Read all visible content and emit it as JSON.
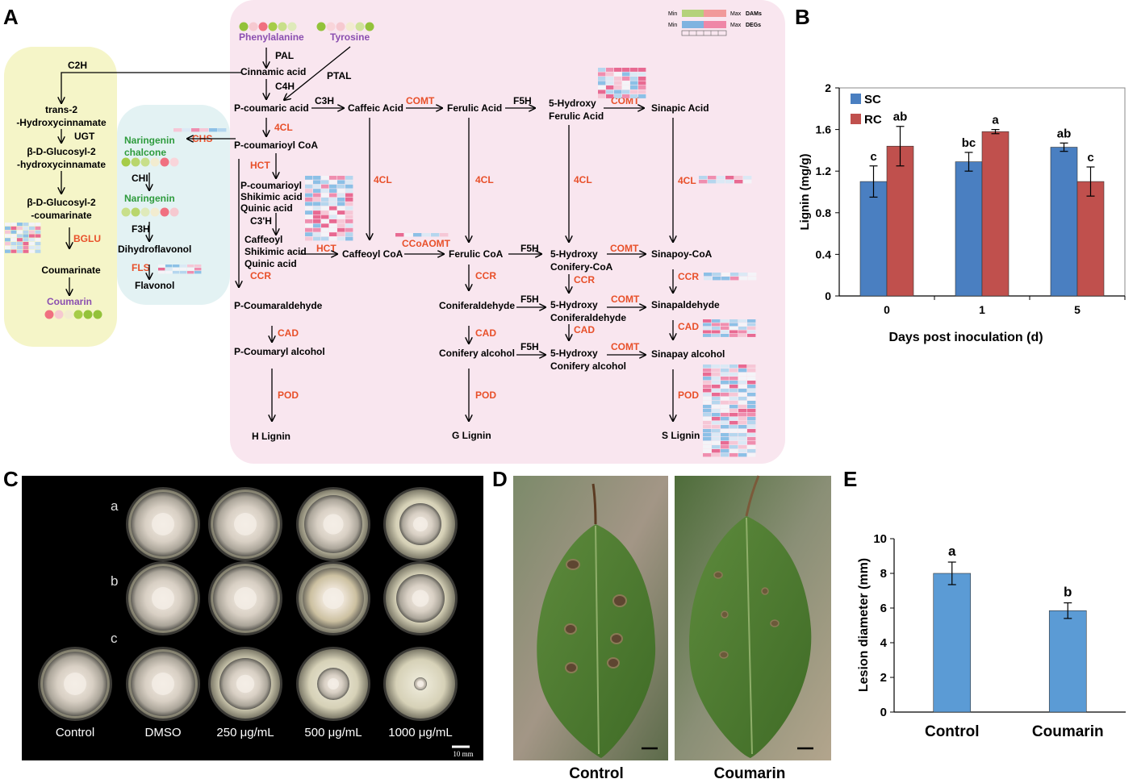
{
  "panels": {
    "A": "A",
    "B": "B",
    "C": "C",
    "D": "D",
    "E": "E"
  },
  "colors": {
    "enzyme": "#e8502a",
    "metabolite_purple": "#8b4fb0",
    "metabolite_green": "#2e9b3d",
    "bar_blue": "#4a7fc1",
    "bar_red": "#c0504d",
    "bar_lightblue": "#5b9bd5",
    "bg_yellow": "#f5f5c8",
    "bg_cyan": "#e3f2f3",
    "bg_pink": "#f9e6ef"
  },
  "pathway": {
    "legend": {
      "min1": "Min",
      "max1": "Max",
      "dams": "DAMs",
      "min2": "Min",
      "max2": "Max",
      "degs": "DEGs"
    },
    "yellow": {
      "c2h": "C2H",
      "trans2a": "trans-2",
      "trans2b": "-Hydroxycinnamate",
      "ugt": "UGT",
      "bdg1a": "β-D-Glucosyl-2",
      "bdg1b": "-hydroxycinnamate",
      "bdg2a": "β-D-Glucosyl-2",
      "bdg2b": "-coumarinate",
      "bglu": "BGLU",
      "coumarinate": "Coumarinate",
      "coumarin": "Coumarin"
    },
    "cyan": {
      "chs": "CHS",
      "naring_chal_a": "Naringenin",
      "naring_chal_b": "chalcone",
      "chi": "CHI",
      "naringenin": "Naringenin",
      "f3h": "F3H",
      "dihydroflavonol": "Dihydroflavonol",
      "fls": "FLS",
      "flavonol": "Flavonol"
    },
    "main": {
      "phenylalanine": "Phenylalanine",
      "tyrosine": "Tyrosine",
      "pal": "PAL",
      "ptal": "PTAL",
      "cinnamic": "Cinnamic acid",
      "c4h": "C4H",
      "pcoumaric": "P-coumaric acid",
      "c3h": "C3H",
      "caffeic": "Caffeic Acid",
      "comt1": "COMT",
      "ferulic": "Ferulic Acid",
      "f5h1": "F5H",
      "hydroxyferulic_a": "5-Hydroxy",
      "hydroxyferulic_b": "Ferulic Acid",
      "comt2": "COMT",
      "sinapic": "Sinapic Acid",
      "cl4_1": "4CL",
      "pcoumarioyl_coa": "P-coumarioyl CoA",
      "hct1": "HCT",
      "shik_a": "P-coumarioyl",
      "shik_b": "Shikimic acid",
      "shik_c": "Quinic acid",
      "c3h2": "C3'H",
      "caf_a": "Caffeoyl",
      "caf_b": "Shikimic acid",
      "caf_c": "Quinic acid",
      "hct2": "HCT",
      "caffeoyl_coa": "Caffeoyl CoA",
      "cl4_2": "4CL",
      "cl4_3": "4CL",
      "cl4_4": "4CL",
      "cl4_5": "4CL",
      "ccoaomt": "CCoAOMT",
      "feruloyl_coa": "Ferulic CoA",
      "f5h2": "F5H",
      "hconi_coa_a": "5-Hydroxy",
      "hconi_coa_b": "Conifery-CoA",
      "comt3": "COMT",
      "sinapoy_coa": "Sinapoy-CoA",
      "ccr1": "CCR",
      "ccr2": "CCR",
      "ccr3": "CCR",
      "ccr4": "CCR",
      "pcoumaraldehyde": "P-Coumaraldehyde",
      "coniferaldehyde": "Coniferaldehyde",
      "f5h3": "F5H",
      "hconald_a": "5-Hydroxy",
      "hconald_b": "Coniferaldehyde",
      "comt4": "COMT",
      "sinapaldehyde": "Sinapaldehyde",
      "cad1": "CAD",
      "cad2": "CAD",
      "cad3": "CAD",
      "cad4": "CAD",
      "pcoumaryl_alc": "P-Coumaryl alcohol",
      "conifery_alc": "Conifery alcohol",
      "f5h4": "F5H",
      "hconalc_a": "5-Hydroxy",
      "hconalc_b": "Conifery alcohol",
      "comt5": "COMT",
      "sinapay_alc": "Sinapay alcohol",
      "pod1": "POD",
      "pod2": "POD",
      "pod3": "POD",
      "hlignin": "H Lignin",
      "glignin": "G Lignin",
      "slignin": "S Lignin"
    }
  },
  "chart_b": {
    "type": "bar",
    "categories": [
      "0",
      "1",
      "5"
    ],
    "series": [
      {
        "name": "SC",
        "values": [
          1.1,
          1.29,
          1.43
        ],
        "errors": [
          0.15,
          0.09,
          0.04
        ],
        "letters": [
          "c",
          "bc",
          "ab"
        ]
      },
      {
        "name": "RC",
        "values": [
          1.44,
          1.58,
          1.1
        ],
        "errors": [
          0.19,
          0.02,
          0.14
        ],
        "letters": [
          "ab",
          "a",
          "c"
        ]
      }
    ],
    "yticks": [
      "0",
      "0.4",
      "0.8",
      "1.2",
      "1.6",
      "2"
    ],
    "ylim": [
      0,
      2
    ],
    "ylabel": "Lignin (mg/g)",
    "xlabel": "Days post inoculation (d)",
    "legend": "top-left"
  },
  "chart_e": {
    "type": "bar",
    "categories": [
      "Control",
      "Coumarin"
    ],
    "values": [
      8.0,
      5.85
    ],
    "errors": [
      0.65,
      0.45
    ],
    "letters": [
      "a",
      "b"
    ],
    "yticks": [
      "0",
      "2",
      "4",
      "6",
      "8",
      "10"
    ],
    "ylim": [
      0,
      10
    ],
    "ylabel": "Lesion diameter (mm)"
  },
  "panel_c": {
    "rows": [
      "a",
      "b",
      "c"
    ],
    "labels": [
      "Control",
      "DMSO",
      "250 μg/mL",
      "500 μg/mL",
      "1000 μg/mL"
    ],
    "scale": "10 mm"
  },
  "panel_d": {
    "labels": [
      "Control",
      "Coumarin"
    ]
  }
}
